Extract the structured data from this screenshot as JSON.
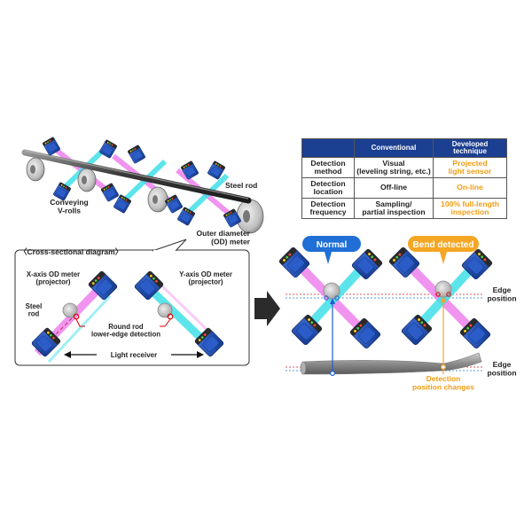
{
  "labels": {
    "steel_rod": "Steel rod",
    "conveying_v_rolls": "Conveying\nV-rolls",
    "od_meter": "Outer diameter\n(OD) meter",
    "cross_section_title": "〈Cross-sectional diagram〉",
    "x_axis_meter": "X-axis OD meter\n(projector)",
    "y_axis_meter": "Y-axis OD meter\n(projector)",
    "steel_rod_small": "Steel\nrod",
    "round_rod_detection": "Round rod\nlower-edge detection",
    "light_receiver": "Light receiver",
    "normal": "Normal",
    "bend_detected": "Bend detected",
    "edge_position_1": "Edge\nposition",
    "edge_position_2": "Edge\nposition",
    "detection_change": "Detection\nposition changes"
  },
  "table": {
    "headers": [
      "",
      "Conventional",
      "Developed\ntechnique"
    ],
    "rows": [
      {
        "item": "Detection\nmethod",
        "conventional": "Visual\n(leveling string, etc.)",
        "developed": "Projected\nlight sensor"
      },
      {
        "item": "Detection\nlocation",
        "conventional": "Off-line",
        "developed": "On-line"
      },
      {
        "item": "Detection\nfrequency",
        "conventional": "Sampling/\npartial inspection",
        "developed": "100% full-length\ninspection"
      }
    ]
  },
  "colors": {
    "meter_blue": "#1f4fb3",
    "beam_cyan": "#40e0e8",
    "beam_magenta": "#ee82ee",
    "normal_badge": "#1f6fd6",
    "bend_badge": "#f5a623",
    "developed_text": "#f39c12",
    "table_header": "#1b3f91"
  }
}
